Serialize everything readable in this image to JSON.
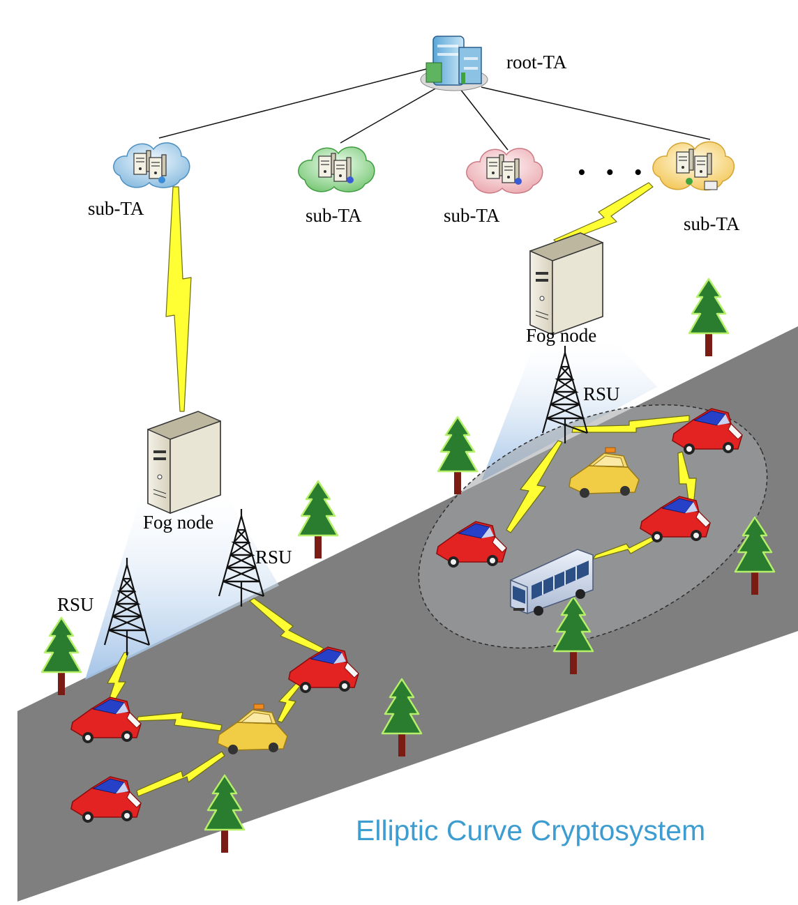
{
  "diagram": {
    "root_label": "root-TA",
    "sub_ta_labels": [
      "sub-TA",
      "sub-TA",
      "sub-TA",
      "sub-TA"
    ],
    "ellipsis": "• • •",
    "fog_node_labels": [
      "Fog node",
      "Fog node"
    ],
    "rsu_labels": [
      "RSU",
      "RSU",
      "RSU"
    ],
    "caption": "Elliptic Curve Cryptosystem"
  },
  "colors": {
    "road": "#7f7f7f",
    "link": "#ffff33",
    "car_red": "#e32222",
    "car_blue": "#2740c8",
    "taxi": "#f1cd45",
    "tree": "#2a7d2e",
    "trunk": "#7a1b14",
    "coverage": "#a9c6e6",
    "caption": "#3d9dd1"
  },
  "icons": [
    "server-building-icon",
    "cloud-server-icon",
    "fog-server-icon",
    "rsu-tower-icon",
    "car-icon",
    "taxi-icon",
    "bus-icon",
    "tree-icon",
    "wireless-link-icon"
  ]
}
